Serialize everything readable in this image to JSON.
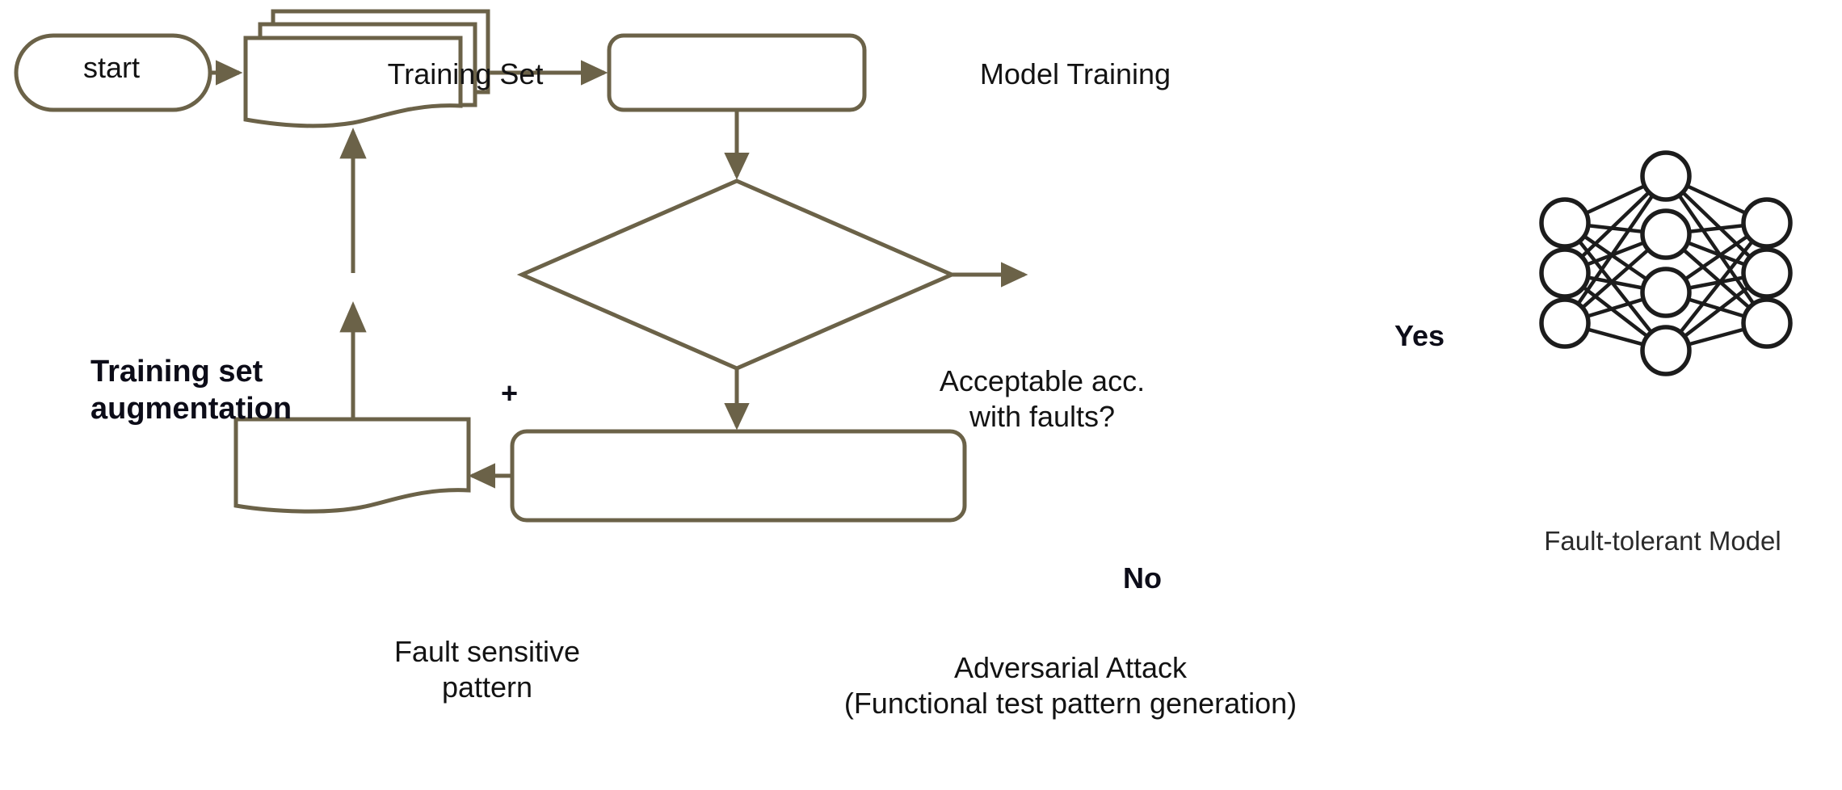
{
  "diagram": {
    "title": "Fault-tolerant model training flowchart",
    "colors": {
      "stroke": "#6b6248",
      "text": "#131313",
      "network": "#1c1c1c",
      "background": "#ffffff"
    },
    "nodes": {
      "start": {
        "label": "start",
        "shape": "stadium"
      },
      "training_set": {
        "label": "Training Set",
        "shape": "stacked-document"
      },
      "model_training": {
        "label": "Model Training",
        "shape": "rounded-rectangle"
      },
      "decision": {
        "label": "Acceptable acc.\nwith faults?",
        "shape": "diamond"
      },
      "adversarial_attack": {
        "label": "Adversarial Attack\n(Functional test pattern generation)",
        "shape": "rounded-rectangle"
      },
      "fault_sensitive_pattern": {
        "label": "Fault sensitive\npattern",
        "shape": "document"
      },
      "fault_tolerant_model": {
        "label": "Fault-tolerant Model",
        "shape": "neural-network"
      }
    },
    "edge_labels": {
      "yes": "Yes",
      "no": "No",
      "plus": "+"
    },
    "annotations": {
      "augmentation": "Training set\naugmentation"
    },
    "neural_network": {
      "layers": [
        3,
        4,
        3
      ],
      "caption": "Fault-tolerant Model"
    }
  }
}
